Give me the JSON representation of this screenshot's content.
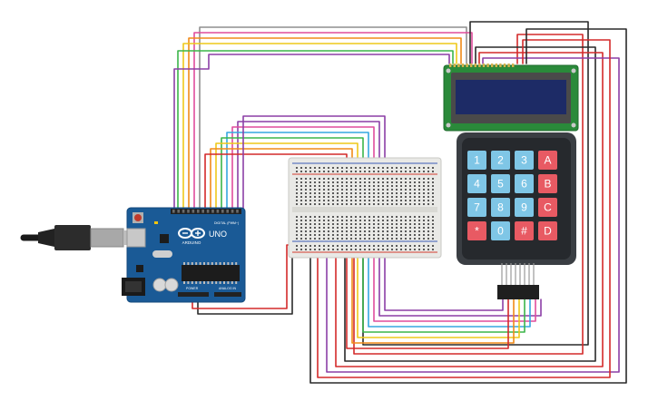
{
  "arduino": {
    "brand": "UNO",
    "logo_text": "ARDUINO",
    "digital_header": "DIGITAL (PWM~)",
    "power_header": "POWER",
    "analog_header": "ANALOG IN"
  },
  "keypad": {
    "rows": [
      [
        "1",
        "2",
        "3",
        "A"
      ],
      [
        "4",
        "5",
        "6",
        "B"
      ],
      [
        "7",
        "8",
        "9",
        "C"
      ],
      [
        "*",
        "0",
        "#",
        "D"
      ]
    ],
    "colors": {
      "number": "#7fc6e6",
      "letter": "#e85a63",
      "symbol": "#e85a63",
      "body": "#26292d",
      "bezel": "#3a3e43"
    }
  },
  "lcd": {
    "board_color": "#2a8a3a",
    "screen_color": "#1d2b66",
    "bezel_color": "#4a4a4a"
  },
  "breadboard": {
    "color": "#e9e9e6",
    "rail_red": "#d43a2f",
    "rail_blue": "#3b5bb5"
  },
  "wire_colors": {
    "black": "#2a2a2a",
    "red": "#d42a2a",
    "orange": "#f08a18",
    "yellow": "#eec81a",
    "green": "#3bb54a",
    "blue": "#35a7e0",
    "purple": "#8c3fa6",
    "pink": "#e04d9c",
    "grey": "#8f8f8f",
    "brown": "#9b4a1b",
    "darkred": "#b82020"
  }
}
